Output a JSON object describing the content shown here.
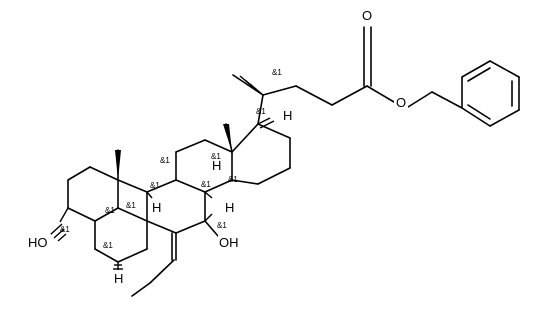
{
  "molecule": {
    "atom_labels": {
      "ho_left": "HO",
      "oh_right": "OH",
      "o_ester": "O",
      "o_carbonyl": "O",
      "h": "H"
    },
    "stereo_tag": "&1"
  }
}
